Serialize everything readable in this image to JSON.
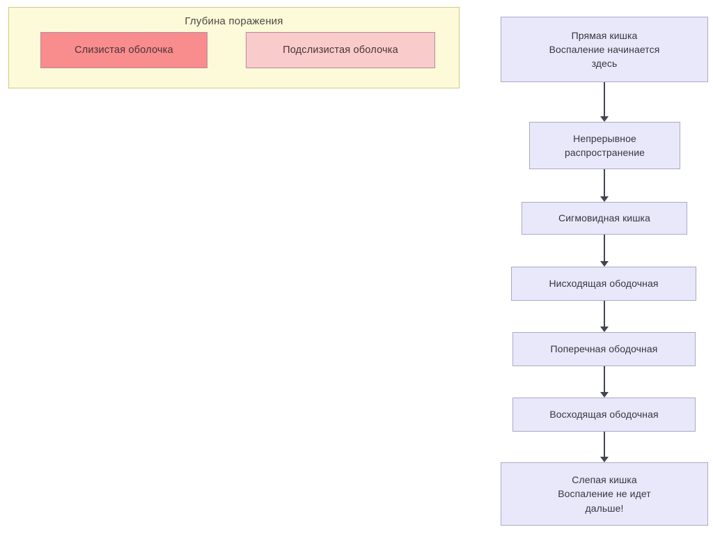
{
  "depth_panel": {
    "title": "Глубина поражения",
    "layers": [
      {
        "label": "Слизистая оболочка",
        "color": "#F98C8C"
      },
      {
        "label": "Подслизистая оболочка",
        "color": "#F9CBCB"
      }
    ],
    "panel_background": "#FCFAD8",
    "panel_border": "#CFCB80"
  },
  "flowchart": {
    "node_fill": "#E8E8FA",
    "node_border": "#A9A9C4",
    "arrow_color": "#434352",
    "nodes": [
      {
        "lines": [
          "Прямая кишка",
          "Воспаление начинается",
          "здесь"
        ]
      },
      {
        "lines": [
          "Непрерывное",
          "распространение"
        ]
      },
      {
        "lines": [
          "Сигмовидная кишка"
        ]
      },
      {
        "lines": [
          "Нисходящая ободочная"
        ]
      },
      {
        "lines": [
          "Поперечная ободочная"
        ]
      },
      {
        "lines": [
          "Восходящая ободочная"
        ]
      },
      {
        "lines": [
          "Слепая кишка",
          "Воспаление не идет",
          "дальше!"
        ]
      }
    ]
  }
}
